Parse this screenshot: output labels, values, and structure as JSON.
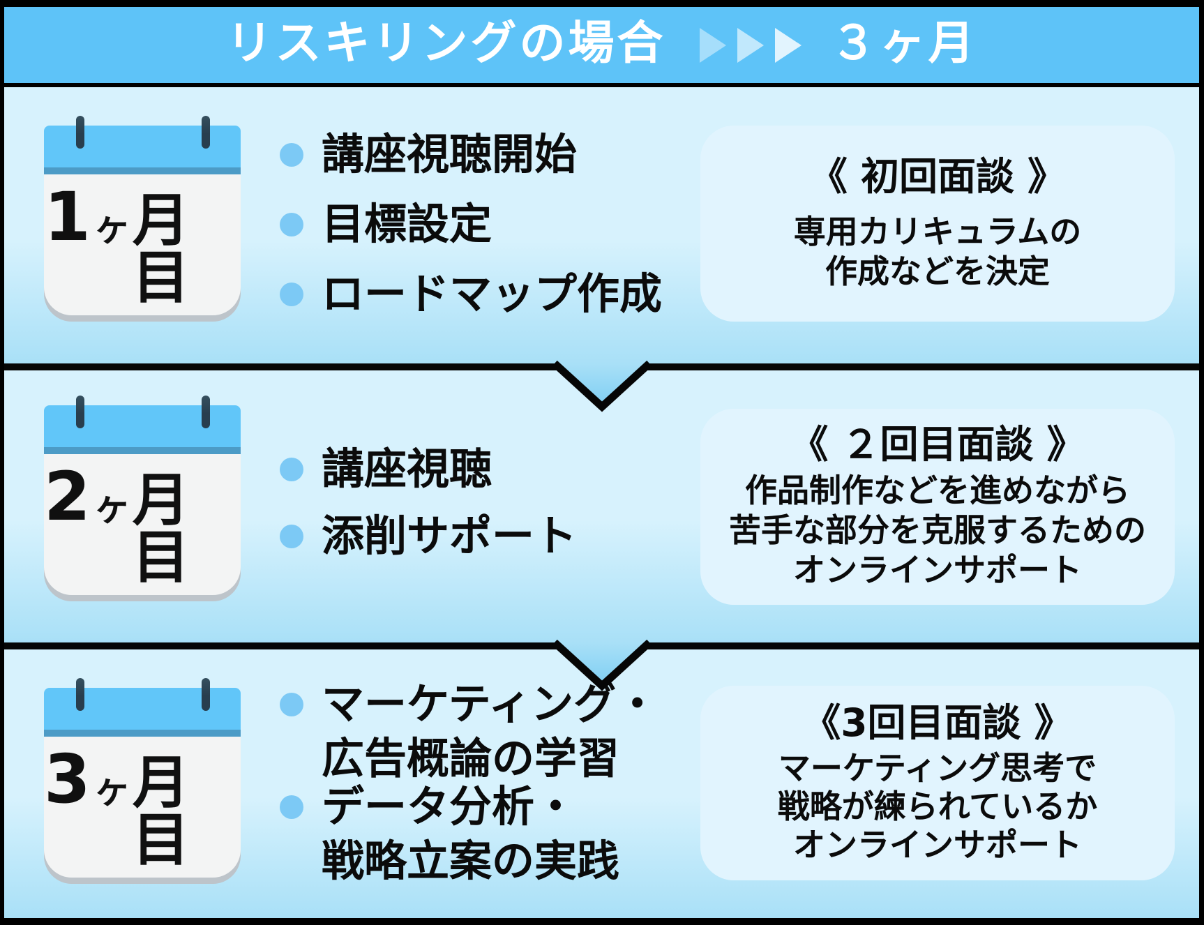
{
  "header": {
    "title": "リスキリングの場合",
    "duration": "３ヶ月",
    "arrow_icon_count": 3
  },
  "sections": [
    {
      "calendar": {
        "num": "1",
        "small": "ヶ",
        "rest": "月目"
      },
      "bullets": [
        {
          "lines": [
            "講座視聴開始"
          ]
        },
        {
          "lines": [
            "目標設定"
          ]
        },
        {
          "lines": [
            "ロードマップ作成"
          ]
        }
      ],
      "box": {
        "title": "《 初回面談 》",
        "lines": [
          "専用カリキュラムの",
          "作成などを決定"
        ]
      }
    },
    {
      "calendar": {
        "num": "2",
        "small": "ヶ",
        "rest": "月目"
      },
      "bullets": [
        {
          "lines": [
            "講座視聴"
          ]
        },
        {
          "lines": [
            "添削サポート"
          ]
        }
      ],
      "box": {
        "title": "《 ２回目面談 》",
        "lines": [
          "作品制作などを進めながら",
          "苦手な部分を克服するための",
          "オンラインサポート"
        ]
      }
    },
    {
      "calendar": {
        "num": "3",
        "small": "ヶ",
        "rest": "月目"
      },
      "bullets": [
        {
          "lines": [
            "マーケティング・",
            "広告概論の学習"
          ]
        },
        {
          "lines": [
            "データ分析・",
            "戦略立案の実践"
          ]
        }
      ],
      "box": {
        "title": "《3回目面談 》",
        "lines": [
          "マーケティング思考で",
          "戦略が練られているか",
          "オンラインサポート"
        ]
      }
    }
  ],
  "colors": {
    "frame": "#000000",
    "header-bg": "#5EC3F8",
    "header-text": "#FFFFFF",
    "section-bg-top": "#D7F2FD",
    "section-bg-bottom": "#A9E0F7",
    "notch-bottom": "#7ECEF3",
    "box-bg": "#E1F4FE",
    "cal-band": "#61C6F9",
    "cal-stripe": "#4C9BC6",
    "cal-body": "#F3F4F4",
    "cal-shadow": "#BDC4CA",
    "pin": "#283E4E",
    "dot": "#7CC9F5",
    "text": "#0B0B0B"
  }
}
